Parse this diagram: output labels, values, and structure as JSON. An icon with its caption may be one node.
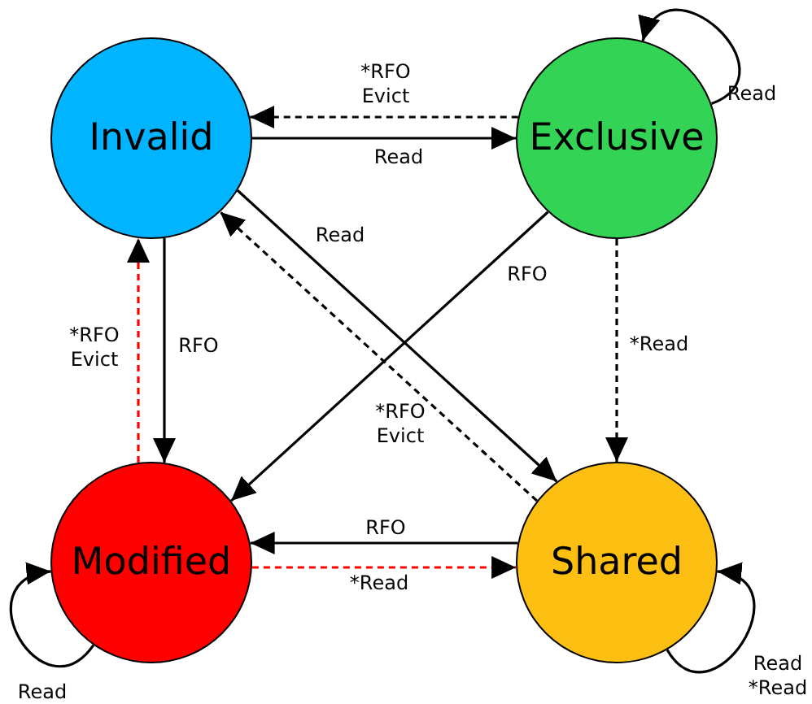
{
  "diagram": {
    "nodes": [
      {
        "text": [
          "Invalid"
        ]
      },
      {
        "text": [
          "Exclusive"
        ]
      },
      {
        "text": [
          "Modified"
        ]
      },
      {
        "text": [
          "Shared"
        ]
      }
    ],
    "edges": [
      {
        "from": 1,
        "to": 0,
        "arrow": "to",
        "label": "*RFO Evict",
        "style": "dashed"
      },
      {
        "from": 0,
        "to": 1,
        "arrow": "to",
        "label": "Read"
      },
      {
        "from": 1,
        "to": 1,
        "arrow": "to",
        "label": "Read"
      },
      {
        "from": 0,
        "to": 3,
        "arrow": "to",
        "label": "Read"
      },
      {
        "from": 3,
        "to": 0,
        "arrow": "to",
        "label": "*RFO Evict",
        "style": "dashed"
      },
      {
        "from": 1,
        "to": 2,
        "arrow": "to",
        "label": "RFO"
      },
      {
        "from": 1,
        "to": 3,
        "arrow": "to",
        "label": "*Read",
        "style": "dashed"
      },
      {
        "from": 0,
        "to": 2,
        "arrow": "to",
        "label": "RFO"
      },
      {
        "from": 2,
        "to": 0,
        "arrow": "to",
        "label": "*RFO Evict",
        "style": "dashed",
        "color": "#ff0000"
      },
      {
        "from": 3,
        "to": 2,
        "arrow": "to",
        "label": "RFO"
      },
      {
        "from": 2,
        "to": 3,
        "arrow": "to",
        "label": "*Read",
        "style": "dashed",
        "color": "#ff0000"
      },
      {
        "from": 2,
        "to": 2,
        "arrow": "to",
        "label": "Read"
      },
      {
        "from": 3,
        "to": 3,
        "arrow": "to",
        "label": "Read *Read"
      }
    ]
  }
}
